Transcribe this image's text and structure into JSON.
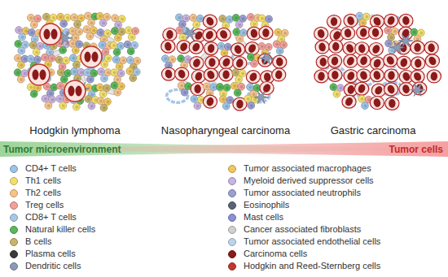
{
  "diagram": {
    "labels": [
      "Hodgkin lymphoma",
      "Nasopharyngeal carcinoma",
      "Gastric carcinoma",
      "Tumor microenvironment",
      "Tumor cells"
    ],
    "legend": [
      {
        "text": "CD4+ T cells",
        "color": "#9dc3e6"
      },
      {
        "text": "Th1 cells",
        "color": "#f3df6c"
      },
      {
        "text": "Th2 cells",
        "color": "#f6c48a"
      },
      {
        "text": "Treg cells",
        "color": "#f2a09a"
      },
      {
        "text": "CD8+ T cells",
        "color": "#a9c8e8"
      },
      {
        "text": "Natural killer cells",
        "color": "#5cb85c"
      },
      {
        "text": "B cells",
        "color": "#c8b46a"
      },
      {
        "text": "Plasma cells",
        "color": "#3a3a3a"
      },
      {
        "text": "Dendritic cells",
        "color": "#8c9bb5"
      },
      {
        "text": "Tumor associated macrophages",
        "color": "#f0c75e"
      },
      {
        "text": "Myeloid derived suppressor cells",
        "color": "#c9b3e0"
      },
      {
        "text": "Tumor associated neutrophils",
        "color": "#9b9fd1"
      },
      {
        "text": "Eosinophils",
        "color": "#5a6478"
      },
      {
        "text": "Mast cells",
        "color": "#8a8fd6"
      },
      {
        "text": "Cancer associated fibroblasts",
        "color": "#d0d0d0"
      },
      {
        "text": "Tumor associated endothelial cells",
        "color": "#bcd3ea"
      },
      {
        "text": "Carcinoma cells",
        "color": "#8b1a1a"
      },
      {
        "text": "Hodgkin and Reed-Sternberg cells",
        "color": "#c0392b"
      }
    ]
  }
}
